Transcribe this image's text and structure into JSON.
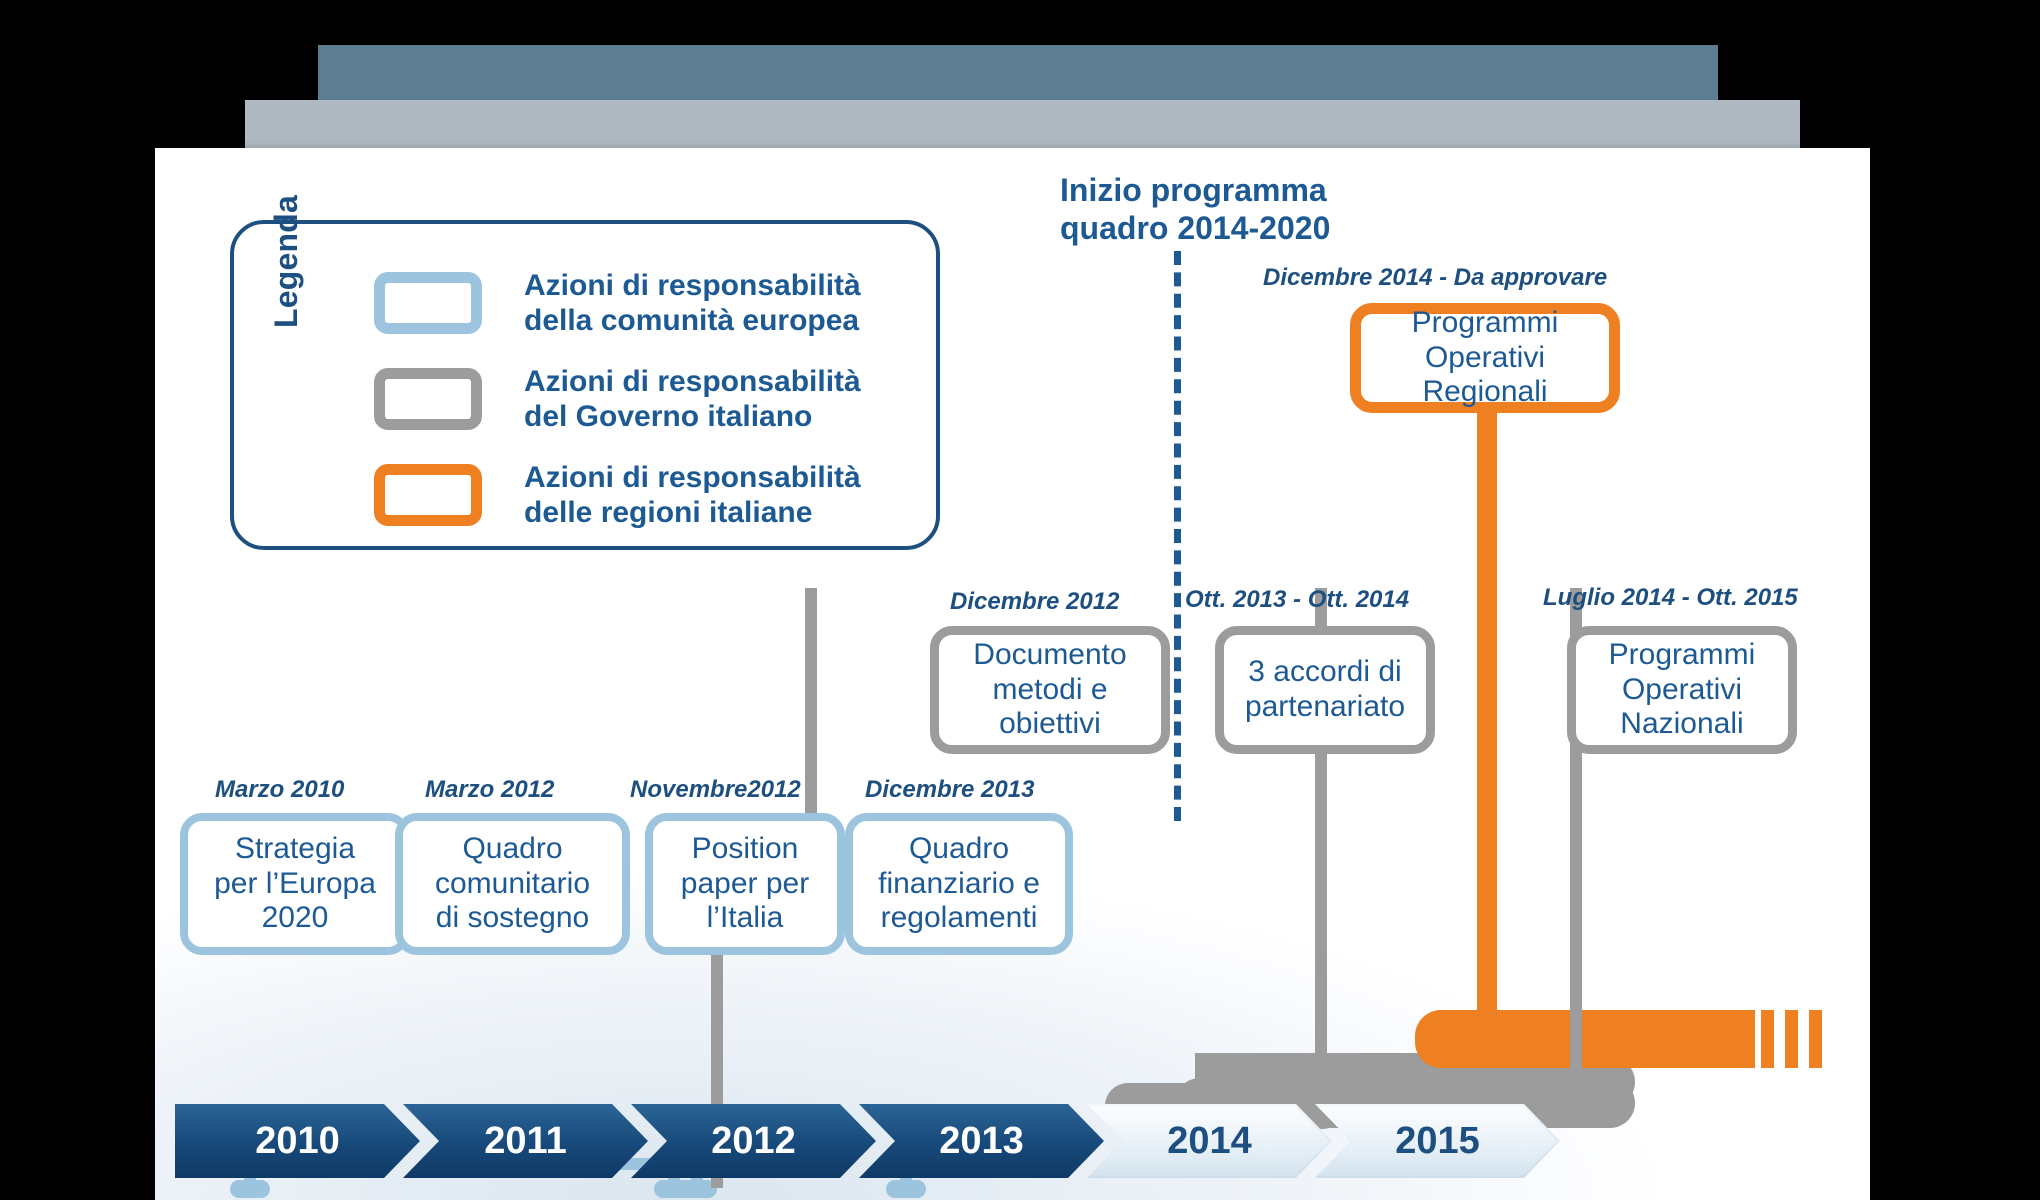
{
  "legend": {
    "title": "Legenda",
    "items": [
      {
        "color_name": "light-blue",
        "color": "#9cc4de",
        "label": "Azioni di responsabilità\ndella comunità europea"
      },
      {
        "color_name": "gray",
        "color": "#9c9c9c",
        "label": "Azioni di responsabilità\ndel Governo italiano"
      },
      {
        "color_name": "orange",
        "color": "#ef8022",
        "label": "Azioni di responsabilità\ndelle regioni italiane"
      }
    ]
  },
  "header": {
    "start_note": "Inizio programma\nquadro 2014-2020"
  },
  "axis": {
    "years": [
      {
        "label": "2010",
        "style": "dark"
      },
      {
        "label": "2011",
        "style": "dark"
      },
      {
        "label": "2012",
        "style": "dark"
      },
      {
        "label": "2013",
        "style": "dark"
      },
      {
        "label": "2014",
        "style": "light"
      },
      {
        "label": "2015",
        "style": "light"
      }
    ]
  },
  "nodes": {
    "bottom_row": [
      {
        "date": "Marzo 2010",
        "text": "Strategia\nper l’Europa\n2020",
        "color_name": "light-blue"
      },
      {
        "date": "Marzo 2012",
        "text": "Quadro\ncomunitario\ndi sostegno",
        "color_name": "light-blue"
      },
      {
        "date": "Novembre2012",
        "text": "Position\npaper per\nl’Italia",
        "color_name": "light-blue"
      },
      {
        "date": "Dicembre 2013",
        "text": "Quadro\nfinanziario e\nregolamenti",
        "color_name": "light-blue"
      }
    ],
    "middle_row": [
      {
        "date": "Dicembre 2012",
        "text": "Documento\nmetodi e\nobiettivi",
        "color_name": "gray"
      },
      {
        "date": "Ott. 2013 - Ott. 2014",
        "text": "3 accordi di\npartenariato",
        "color_name": "gray"
      },
      {
        "date": "Luglio 2014 - Ott. 2015",
        "text": "Programmi\nOperativi\nNazionali",
        "color_name": "gray"
      }
    ],
    "top_row": [
      {
        "date": "Dicembre 2014 - Da approvare",
        "text": "Programmi\nOperativi\nRegionali",
        "color_name": "orange"
      }
    ]
  },
  "colors": {
    "light_blue": "#9cc4de",
    "gray": "#9c9c9c",
    "orange": "#ef8022",
    "text_blue": "#1d5a94",
    "dark_blue": "#1d4f80",
    "deck_top": "#5d7d92",
    "deck_mid": "#b0b9c2"
  }
}
